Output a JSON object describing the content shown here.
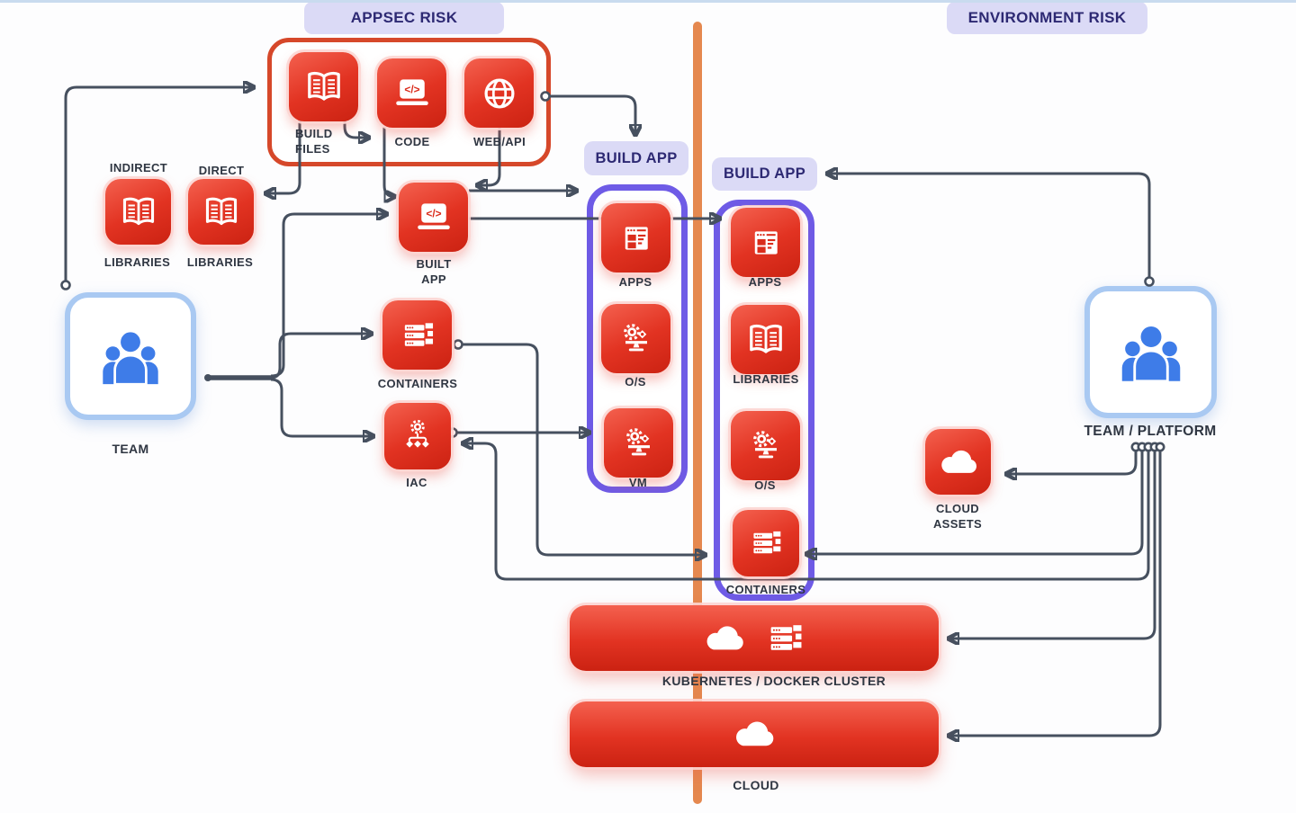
{
  "sections": {
    "appsec_risk": "APPSEC RISK",
    "environment_risk": "ENVIRONMENT RISK",
    "build_app_left": "BUILD APP",
    "build_app_right": "BUILD APP"
  },
  "nodes": {
    "build_files": {
      "label": "BUILD\nFILES",
      "icon": "book-icon"
    },
    "code": {
      "label": "CODE",
      "icon": "laptop-code-icon"
    },
    "web_api": {
      "label": "WEB/API",
      "icon": "globe-icon"
    },
    "indirect_libraries": {
      "top_label": "INDIRECT",
      "label": "LIBRARIES",
      "icon": "book-icon"
    },
    "direct_libraries": {
      "top_label": "DIRECT",
      "label": "LIBRARIES",
      "icon": "book-icon"
    },
    "built_app": {
      "label": "BUILT\nAPP",
      "icon": "laptop-code-icon"
    },
    "team": {
      "label": "TEAM",
      "icon": "people-icon"
    },
    "containers_left": {
      "label": "CONTAINERS",
      "icon": "containers-icon"
    },
    "iac": {
      "label": "IAC",
      "icon": "iac-icon"
    },
    "apps_left": {
      "label": "APPS",
      "icon": "browser-icon"
    },
    "os_left": {
      "label": "O/S",
      "icon": "gears-monitor-icon"
    },
    "vm": {
      "label": "VM",
      "icon": "gears-monitor-icon"
    },
    "apps_right": {
      "label": "APPS",
      "icon": "browser-icon"
    },
    "libraries_right": {
      "label": "LIBRARIES",
      "icon": "book-icon"
    },
    "os_right": {
      "label": "O/S",
      "icon": "gears-monitor-icon"
    },
    "containers_right": {
      "label": "CONTAINERS",
      "icon": "containers-icon"
    },
    "cloud_assets": {
      "label": "CLOUD\nASSETS",
      "icon": "cloud-icon"
    },
    "team_platform": {
      "label": "TEAM / PLATFORM",
      "icon": "people-icon"
    },
    "kubernetes": {
      "label": "KUBERNETES / DOCKER CLUSTER",
      "icon": "cloud-icon containers-icon"
    },
    "cloud": {
      "label": "CLOUD",
      "icon": "cloud-icon"
    }
  },
  "colors": {
    "tile_red_1": "#F4614F",
    "tile_red_2": "#E23322",
    "tile_red_3": "#CB2212",
    "icon_red": "#DA2C1B",
    "purple": "#6E5BE6",
    "orange": "#D6482A",
    "divider": "#E5884F",
    "badge_bg": "#DBDAF6",
    "badge_text": "#2D2973",
    "line": "#46505F",
    "label": "#2F3642",
    "team_border": "#A9C9F2",
    "person_blue": "#3E7CE8"
  }
}
